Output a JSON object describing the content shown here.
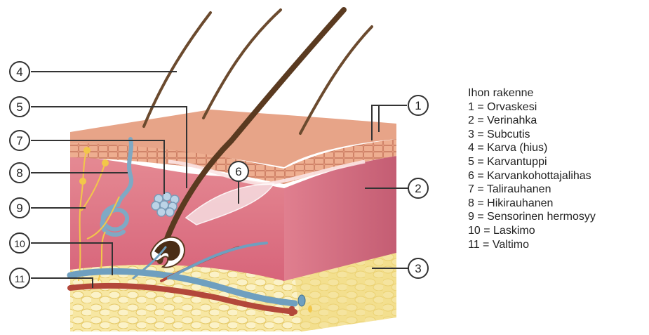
{
  "legend": {
    "title": "Ihon rakenne",
    "items": [
      "1 = Orvaskesi",
      "2 = Verinahka",
      "3 = Subcutis",
      "4 = Karva (hius)",
      "5 = Karvantuppi",
      "6 = Karvankohottajalihas",
      "7 = Talirauhanen",
      "8 = Hikirauhanen",
      "9 = Sensorinen hermosyy",
      "10 = Laskimo",
      "11 = Valtimo"
    ]
  },
  "callouts": [
    "1",
    "2",
    "3",
    "4",
    "5",
    "6",
    "7",
    "8",
    "9",
    "10",
    "11"
  ],
  "colors": {
    "epidermis": "#e8a58c",
    "dermis": "#d9707e",
    "dermis_side": "#c95c70",
    "fat": "#f3e08a",
    "hair": "#6b4a2e",
    "vein": "#6f9fbf",
    "artery": "#b3473a",
    "nerve": "#f2c74a",
    "callout_line": "#333333"
  }
}
